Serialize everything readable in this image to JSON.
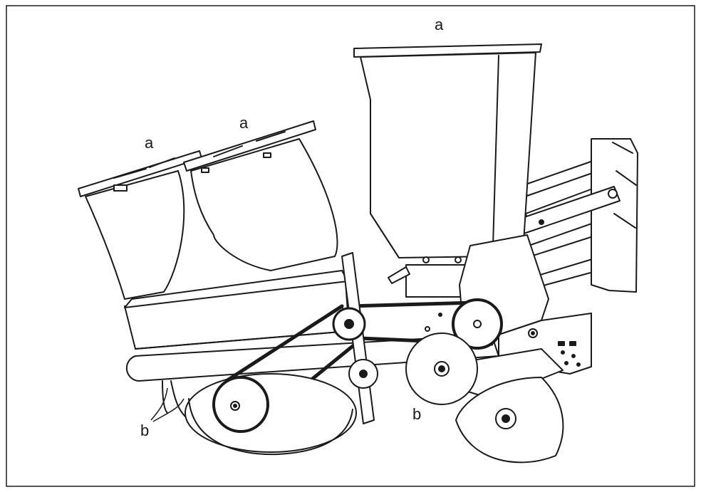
{
  "labels": {
    "hopper_top": "a",
    "hopper_mid": "a",
    "hopper_left": "a",
    "tube_left": "b",
    "tube_mid": "b"
  },
  "colors": {
    "stroke": "#1a1a1a",
    "fill": "#ffffff"
  }
}
